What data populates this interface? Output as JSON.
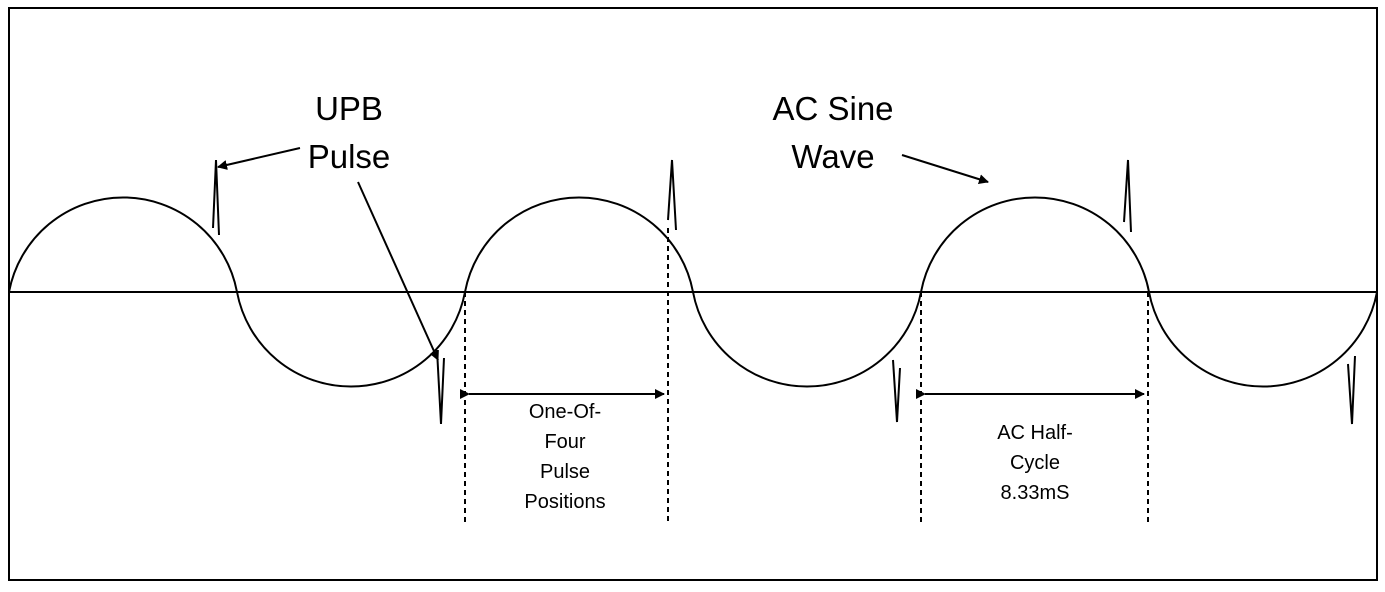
{
  "labels": {
    "upb_line1": "UPB",
    "upb_line2": "Pulse",
    "ac_line1": "AC Sine",
    "ac_line2": "Wave",
    "one_of_four_line1": "One-Of-",
    "one_of_four_line2": "Four",
    "one_of_four_line3": "Pulse",
    "one_of_four_line4": "Positions",
    "half_cycle_line1": "AC Half-",
    "half_cycle_line2": "Cycle",
    "half_cycle_line3": "8.33mS"
  },
  "colors": {
    "stroke": "#000000",
    "background": "#ffffff"
  }
}
